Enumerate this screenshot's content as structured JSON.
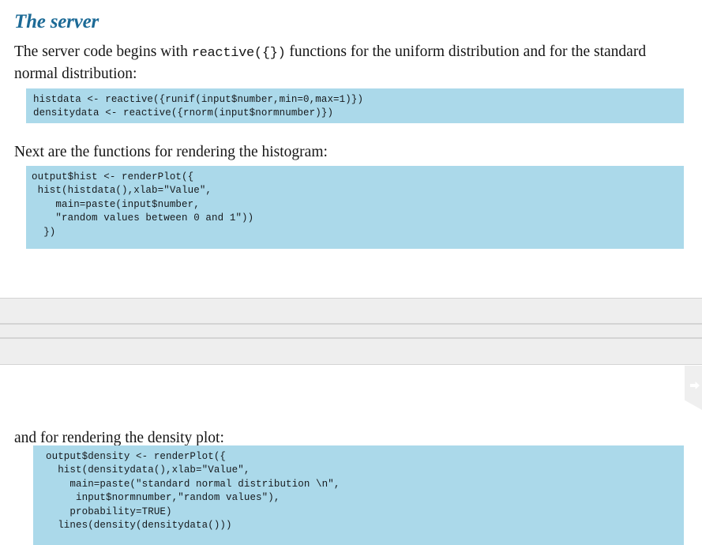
{
  "document": {
    "heading": "The server",
    "paragraphs": {
      "intro_before_code": "The server code begins with ",
      "intro_inline_code": "reactive({})",
      "intro_after_code": " functions for the uniform distribution and for the standard normal distribution:",
      "next_histogram": "Next are the functions for rendering the histogram:",
      "and_density": "and for rendering the density plot:"
    },
    "code_blocks": {
      "reactive": "histdata <- reactive({runif(input$number,min=0,max=1)})\ndensitydata <- reactive({rnorm(input$normnumber)})",
      "render_hist": "output$hist <- renderPlot({\n hist(histdata(),xlab=\"Value\",\n    main=paste(input$number,\n    \"random values between 0 and 1\"))\n  })",
      "render_density": "output$density <- renderPlot({\n  hist(densitydata(),xlab=\"Value\",\n    main=paste(\"standard normal distribution \\n\",\n     input$normnumber,\"random values\"),\n    probability=TRUE)\n  lines(density(densitydata()))"
    }
  },
  "viewer_chrome": {
    "bands": [
      {
        "name": "toolbar-band-top",
        "label": ""
      },
      {
        "name": "toolbar-band-middle",
        "label": ""
      },
      {
        "name": "toolbar-band-bottom",
        "label": ""
      }
    ],
    "edge_marker": "next-page-arrow-icon"
  },
  "colors": {
    "heading": "#1c6a96",
    "code_background": "#abd9ea",
    "band_background": "#eeeeee",
    "band_border": "#d4d4d4",
    "body_text": "#161616"
  }
}
